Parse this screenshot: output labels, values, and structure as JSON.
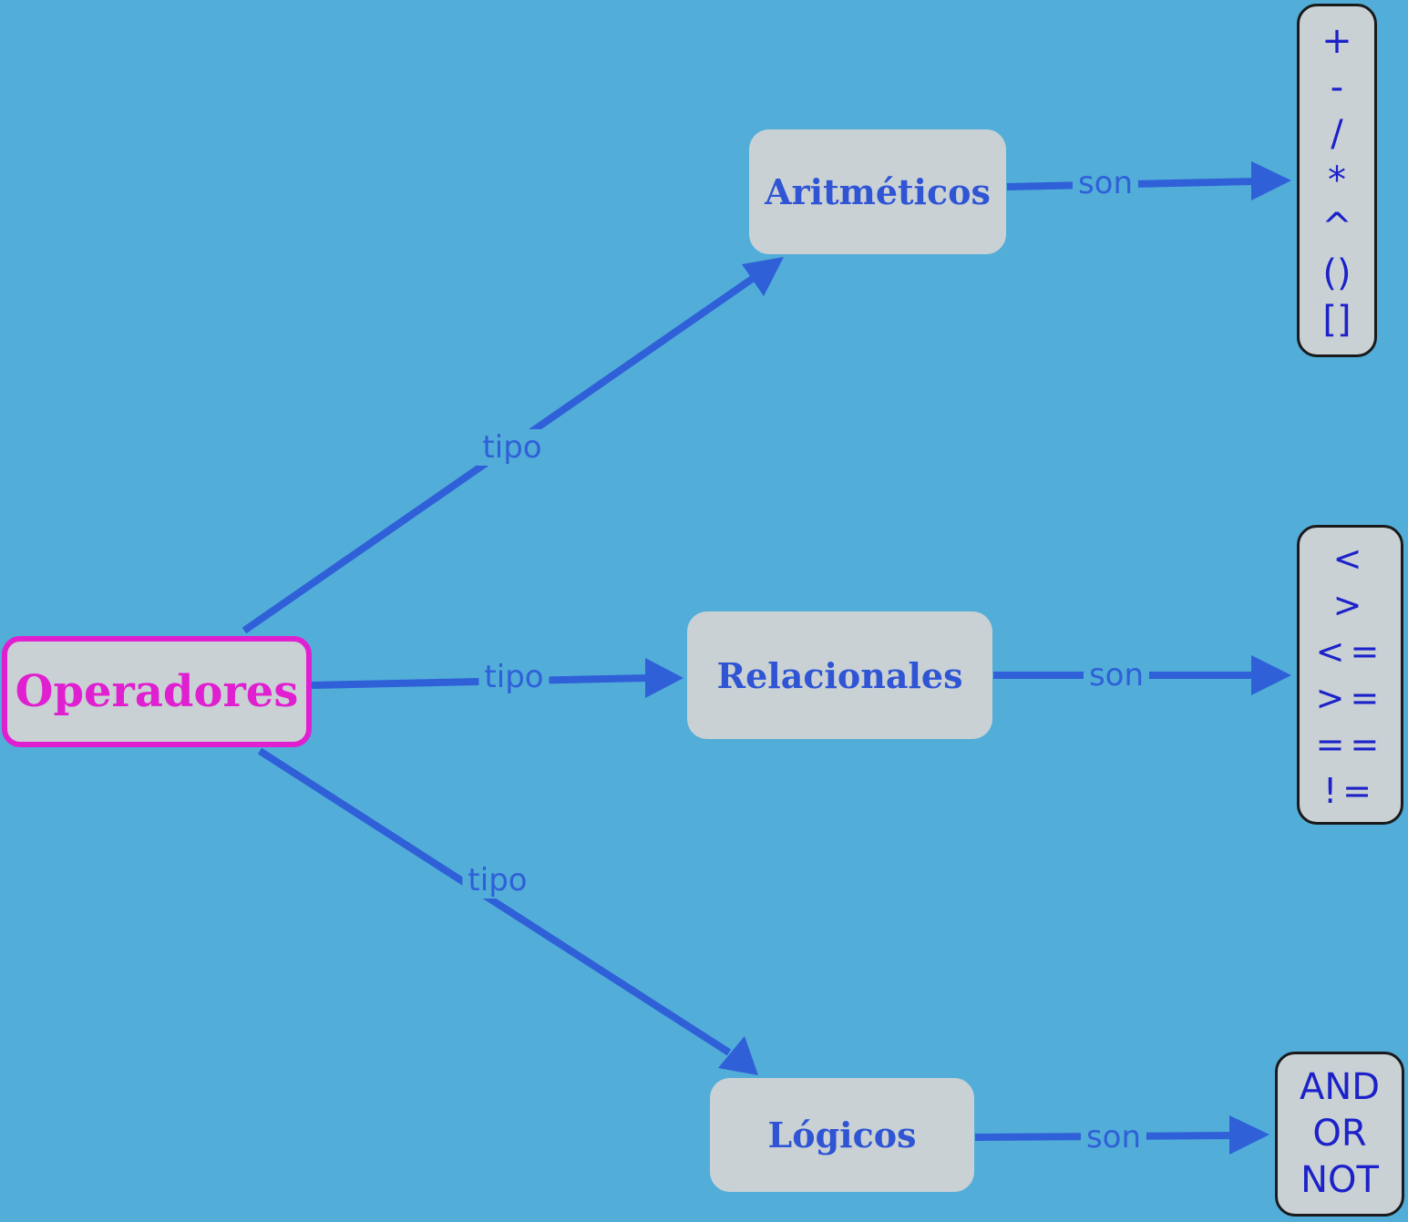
{
  "nodes": {
    "root": "Operadores",
    "arit": "Aritméticos",
    "rel": "Relacionales",
    "log": "Lógicos"
  },
  "edge_labels": {
    "tipo_arit": "tipo",
    "tipo_rel": "tipo",
    "tipo_log": "tipo",
    "son_arit": "son",
    "son_rel": "son",
    "son_log": "son"
  },
  "lists": {
    "arit": [
      "+",
      "-",
      "/",
      "*",
      "^",
      "()",
      "[]"
    ],
    "rel": [
      "<",
      ">",
      "<=",
      ">=",
      "==",
      "!="
    ],
    "log": [
      "AND",
      "OR",
      "NOT"
    ]
  },
  "colors": {
    "background": "#52ADD9",
    "edge": "#2F60D8",
    "node_fill": "#C9D1D5",
    "root_accent": "#E020D0",
    "list_text": "#1C22C8"
  }
}
